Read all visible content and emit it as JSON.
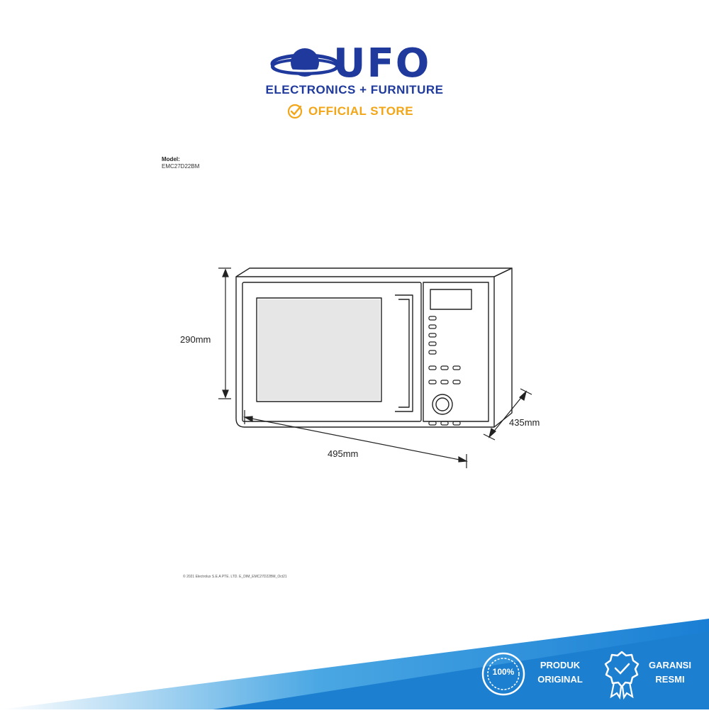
{
  "brand": {
    "name": "UFO",
    "tagline": "ELECTRONICS + FURNITURE",
    "official_store": "OFFICIAL STORE",
    "colors": {
      "primary": "#1f3a9c",
      "accent": "#f2a516",
      "footer": "#1c7fd0"
    }
  },
  "model": {
    "label": "Model:",
    "value": "EMC27D22BM"
  },
  "dimensions": {
    "height": "290mm",
    "width": "495mm",
    "depth": "435mm"
  },
  "copyright": "© 2021 Electrolux S.E.A PTE. LTD. E_DIM_EMC27D22BM_Oct21",
  "badges": {
    "percent": "100%",
    "produk_line1": "PRODUK",
    "produk_line2": "ORIGINAL",
    "garansi_line1": "GARANSI",
    "garansi_line2": "RESMI"
  }
}
